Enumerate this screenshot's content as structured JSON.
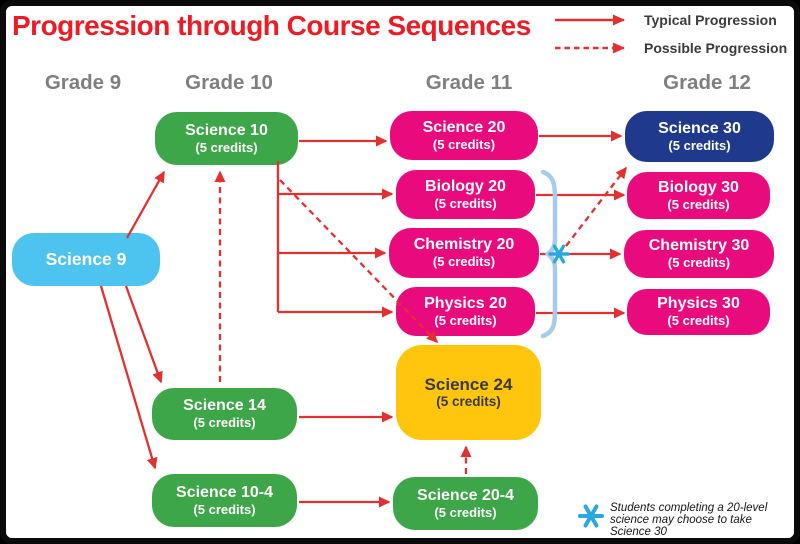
{
  "title": "Progression through Course Sequences",
  "legend": {
    "typical": "Typical Progression",
    "possible": "Possible Progression"
  },
  "columns": [
    {
      "label": "Grade 9"
    },
    {
      "label": "Grade 10"
    },
    {
      "label": "Grade 11"
    },
    {
      "label": "Grade 12"
    }
  ],
  "nodes": {
    "science9": {
      "title": "Science 9",
      "subtitle": "",
      "grade": "Grade 9",
      "color": "#4DC3F0"
    },
    "science10": {
      "title": "Science 10",
      "subtitle": "(5 credits)",
      "grade": "Grade 10",
      "color": "#3CA648"
    },
    "science14": {
      "title": "Science 14",
      "subtitle": "(5 credits)",
      "grade": "Grade 10",
      "color": "#3CA648"
    },
    "science10_4": {
      "title": "Science 10-4",
      "subtitle": "(5 credits)",
      "grade": "Grade 10",
      "color": "#3CA648"
    },
    "science20": {
      "title": "Science 20",
      "subtitle": "(5 credits)",
      "grade": "Grade 11",
      "color": "#E90B7D"
    },
    "biology20": {
      "title": "Biology 20",
      "subtitle": "(5 credits)",
      "grade": "Grade 11",
      "color": "#E90B7D"
    },
    "chemistry20": {
      "title": "Chemistry 20",
      "subtitle": "(5 credits)",
      "grade": "Grade 11",
      "color": "#E90B7D"
    },
    "physics20": {
      "title": "Physics 20",
      "subtitle": "(5 credits)",
      "grade": "Grade 11",
      "color": "#E90B7D"
    },
    "science24": {
      "title": "Science 24",
      "subtitle": "(5 credits)",
      "grade": "Grade 11",
      "color": "#FFC60D"
    },
    "science20_4": {
      "title": "Science 20-4",
      "subtitle": "(5 credits)",
      "grade": "Grade 11",
      "color": "#3CA648"
    },
    "science30": {
      "title": "Science 30",
      "subtitle": "(5 credits)",
      "grade": "Grade 12",
      "color": "#1F3A8C"
    },
    "biology30": {
      "title": "Biology 30",
      "subtitle": "(5 credits)",
      "grade": "Grade 12",
      "color": "#E90B7D"
    },
    "chemistry30": {
      "title": "Chemistry 30",
      "subtitle": "(5 credits)",
      "grade": "Grade 12",
      "color": "#E90B7D"
    },
    "physics30": {
      "title": "Physics 30",
      "subtitle": "(5 credits)",
      "grade": "Grade 12",
      "color": "#E90B7D"
    }
  },
  "edges": {
    "typical": [
      {
        "from": "Science 9",
        "to": "Science 10"
      },
      {
        "from": "Science 9",
        "to": "Science 14"
      },
      {
        "from": "Science 9",
        "to": "Science 10-4"
      },
      {
        "from": "Science 10",
        "to": "Science 20"
      },
      {
        "from": "Science 10",
        "to": "Biology 20"
      },
      {
        "from": "Science 10",
        "to": "Chemistry 20"
      },
      {
        "from": "Science 10",
        "to": "Physics 20"
      },
      {
        "from": "Science 20",
        "to": "Science 30"
      },
      {
        "from": "Biology 20",
        "to": "Biology 30"
      },
      {
        "from": "Chemistry 20",
        "to": "Chemistry 30"
      },
      {
        "from": "Physics 20",
        "to": "Physics 30"
      },
      {
        "from": "Science 14",
        "to": "Science 24"
      },
      {
        "from": "Science 10-4",
        "to": "Science 20-4"
      }
    ],
    "possible": [
      {
        "from": "Science 14",
        "to": "Science 10"
      },
      {
        "from": "Science 10",
        "to": "Science 24"
      },
      {
        "from": "Science 20-4",
        "to": "Science 24"
      },
      {
        "from": "Biology 20 / Chemistry 20 / Physics 20",
        "to": "Science 30"
      }
    ]
  },
  "footnote": {
    "text": "Students completing a 20-level science may choose to take Science 30"
  },
  "colors": {
    "title_red": "#EC1C24",
    "arrow_red": "#E23031",
    "header_gray": "#7D7F82",
    "magenta": "#E90B7D",
    "green": "#3CA648",
    "dark_blue": "#1F3A8C",
    "light_blue": "#4DC3F0",
    "yellow": "#FFC60D",
    "brace_blue": "#A7CBEB",
    "asterisk_blue": "#29A8E0"
  }
}
